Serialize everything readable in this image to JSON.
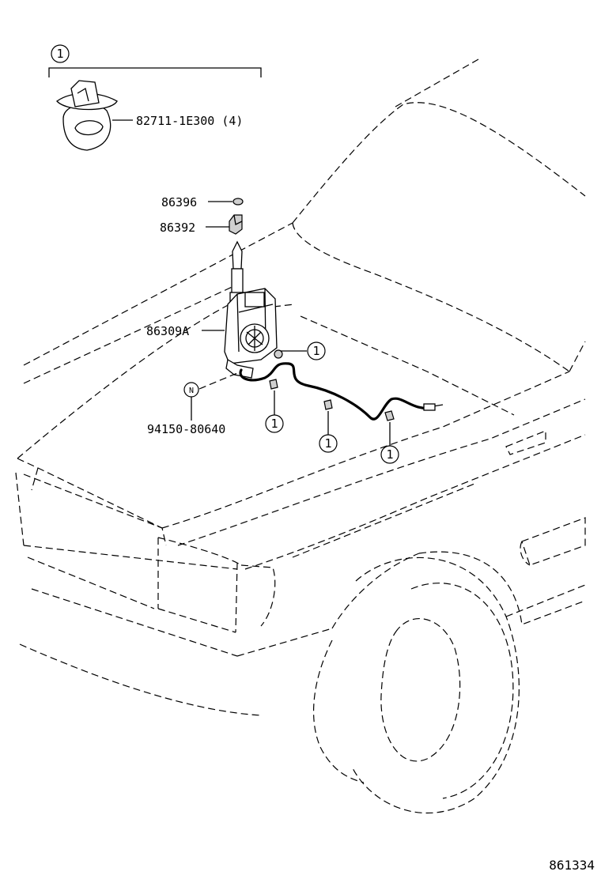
{
  "callout_symbol": "1",
  "special_symbol": "N",
  "parts": {
    "clip": "82711-1E300 (4)",
    "nut": "86396",
    "bezel": "86392",
    "antenna_motor": "86309A",
    "bolt": "94150-80640"
  },
  "figure_number": "861334"
}
